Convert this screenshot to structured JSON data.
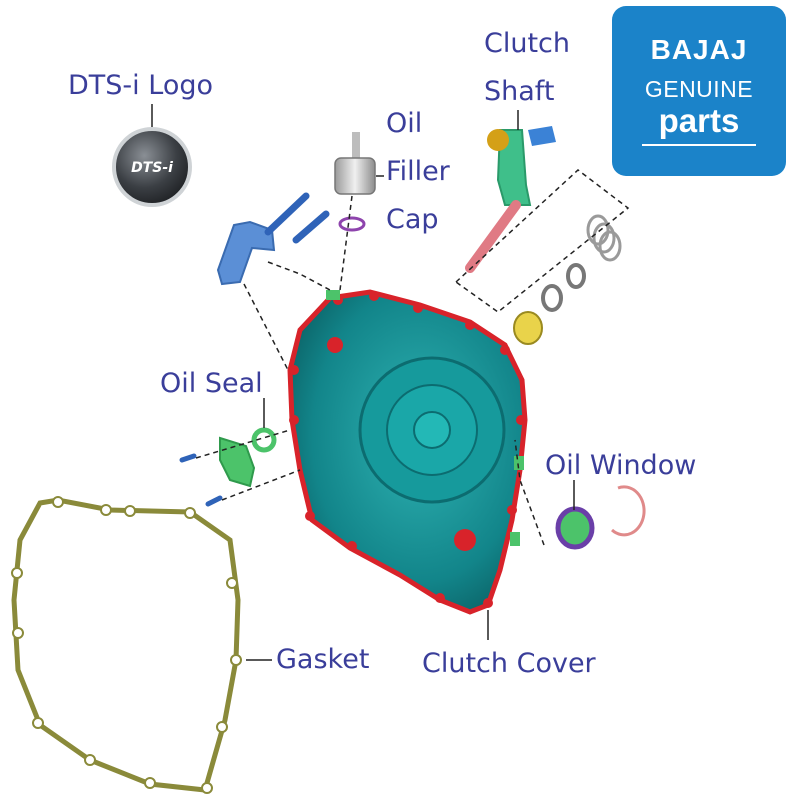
{
  "labels": {
    "dts_logo": "DTS-i Logo",
    "oil_filler_cap": [
      "Oil",
      "Filler",
      "Cap"
    ],
    "clutch_shaft": [
      "Clutch",
      "Shaft"
    ],
    "oil_seal": "Oil Seal",
    "oil_window": "Oil Window",
    "gasket": "Gasket",
    "clutch_cover": "Clutch Cover"
  },
  "brand": {
    "line1": "BAJAJ",
    "line2": "GENUINE",
    "line3": "parts"
  },
  "badge_text": "DTS-i",
  "colors": {
    "label": "#3a3e9a",
    "brand_bg": "#1b83c9",
    "cover": "#128a8c",
    "cover_edge": "#d8232a",
    "gasket": "#8a8a3a",
    "bracket": "#5b8fd6",
    "seal": "#4cc36a",
    "shaft": "#3fbf8a"
  }
}
